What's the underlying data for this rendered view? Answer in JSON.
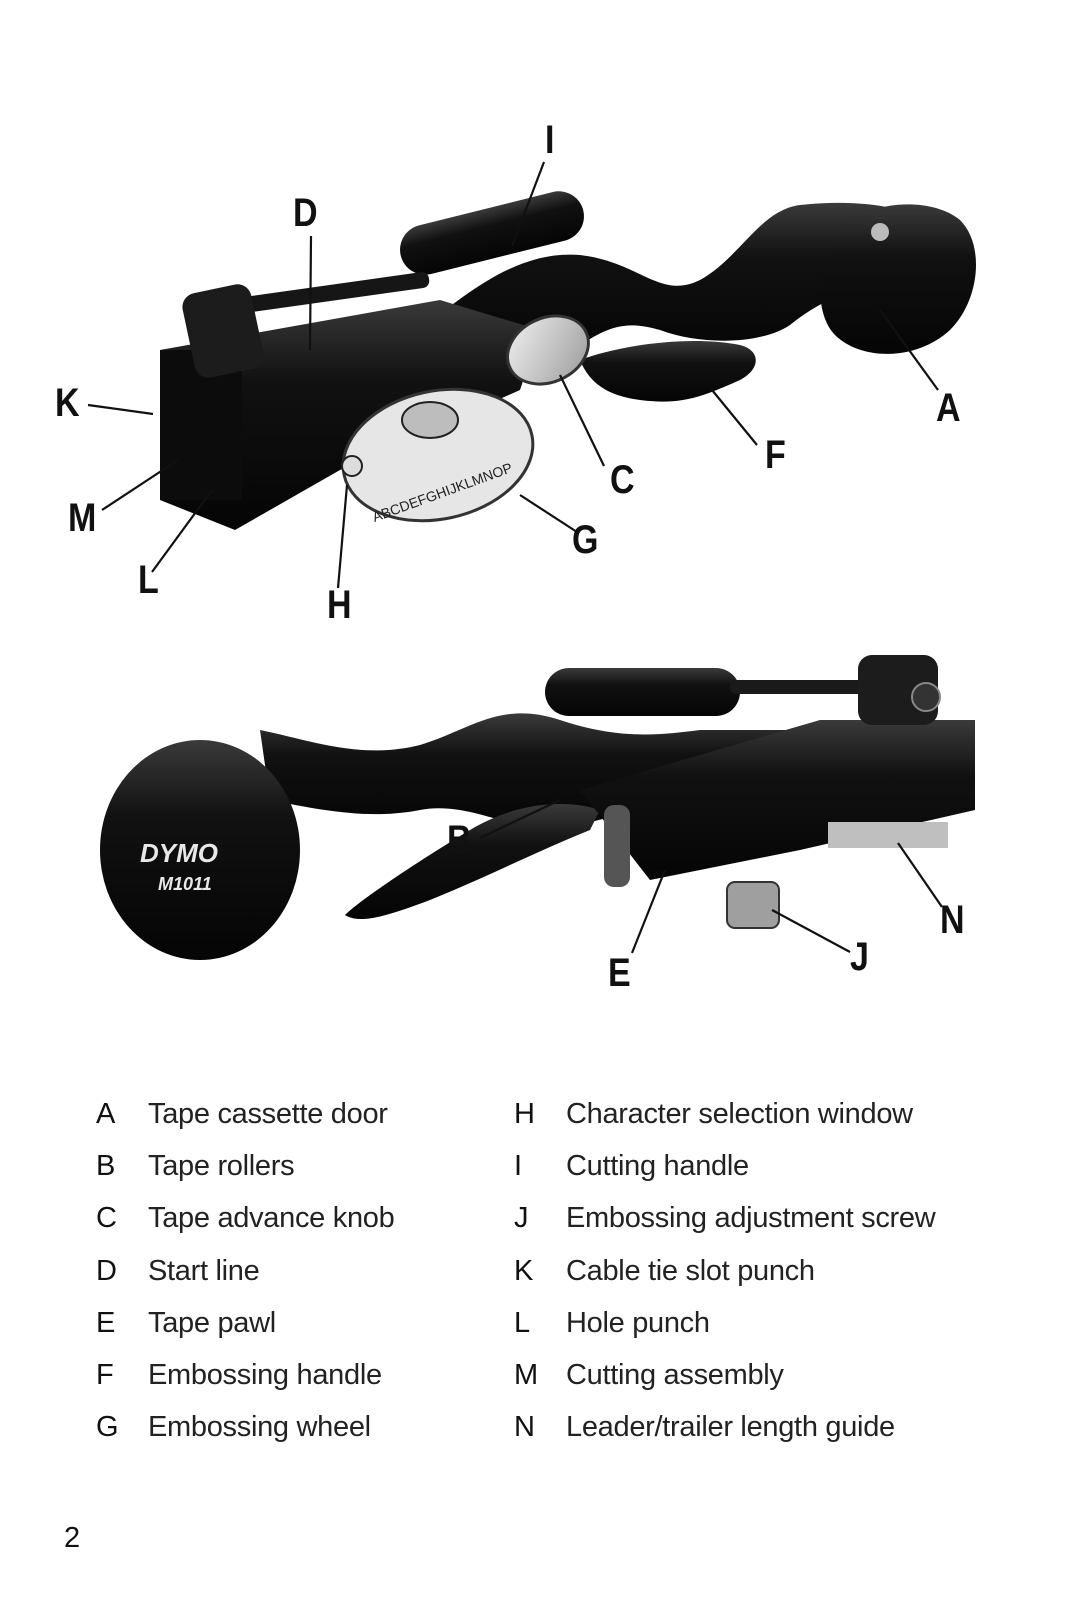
{
  "callouts": {
    "a": "A",
    "b": "B",
    "c": "C",
    "d": "D",
    "e": "E",
    "f": "F",
    "g": "G",
    "h": "H",
    "i": "I",
    "j": "J",
    "k": "K",
    "l": "L",
    "m": "M",
    "n": "N"
  },
  "device": {
    "brand": "DYMO",
    "model": "M1011",
    "dial_letters": "ABCDEFGHIJKLMNOP"
  },
  "legend": {
    "left": [
      {
        "letter": "A",
        "text": "Tape cassette door"
      },
      {
        "letter": "B",
        "text": "Tape rollers"
      },
      {
        "letter": "C",
        "text": "Tape advance knob"
      },
      {
        "letter": "D",
        "text": "Start line"
      },
      {
        "letter": "E",
        "text": "Tape pawl"
      },
      {
        "letter": "F",
        "text": "Embossing handle"
      },
      {
        "letter": "G",
        "text": "Embossing wheel"
      }
    ],
    "right": [
      {
        "letter": "H",
        "text": "Character selection window"
      },
      {
        "letter": "I",
        "text": "Cutting handle"
      },
      {
        "letter": "J",
        "text": "Embossing adjustment screw"
      },
      {
        "letter": "K",
        "text": "Cable tie slot punch"
      },
      {
        "letter": "L",
        "text": "Hole punch"
      },
      {
        "letter": "M",
        "text": "Cutting assembly"
      },
      {
        "letter": "N",
        "text": "Leader/trailer length guide"
      }
    ]
  },
  "page_number": "2"
}
